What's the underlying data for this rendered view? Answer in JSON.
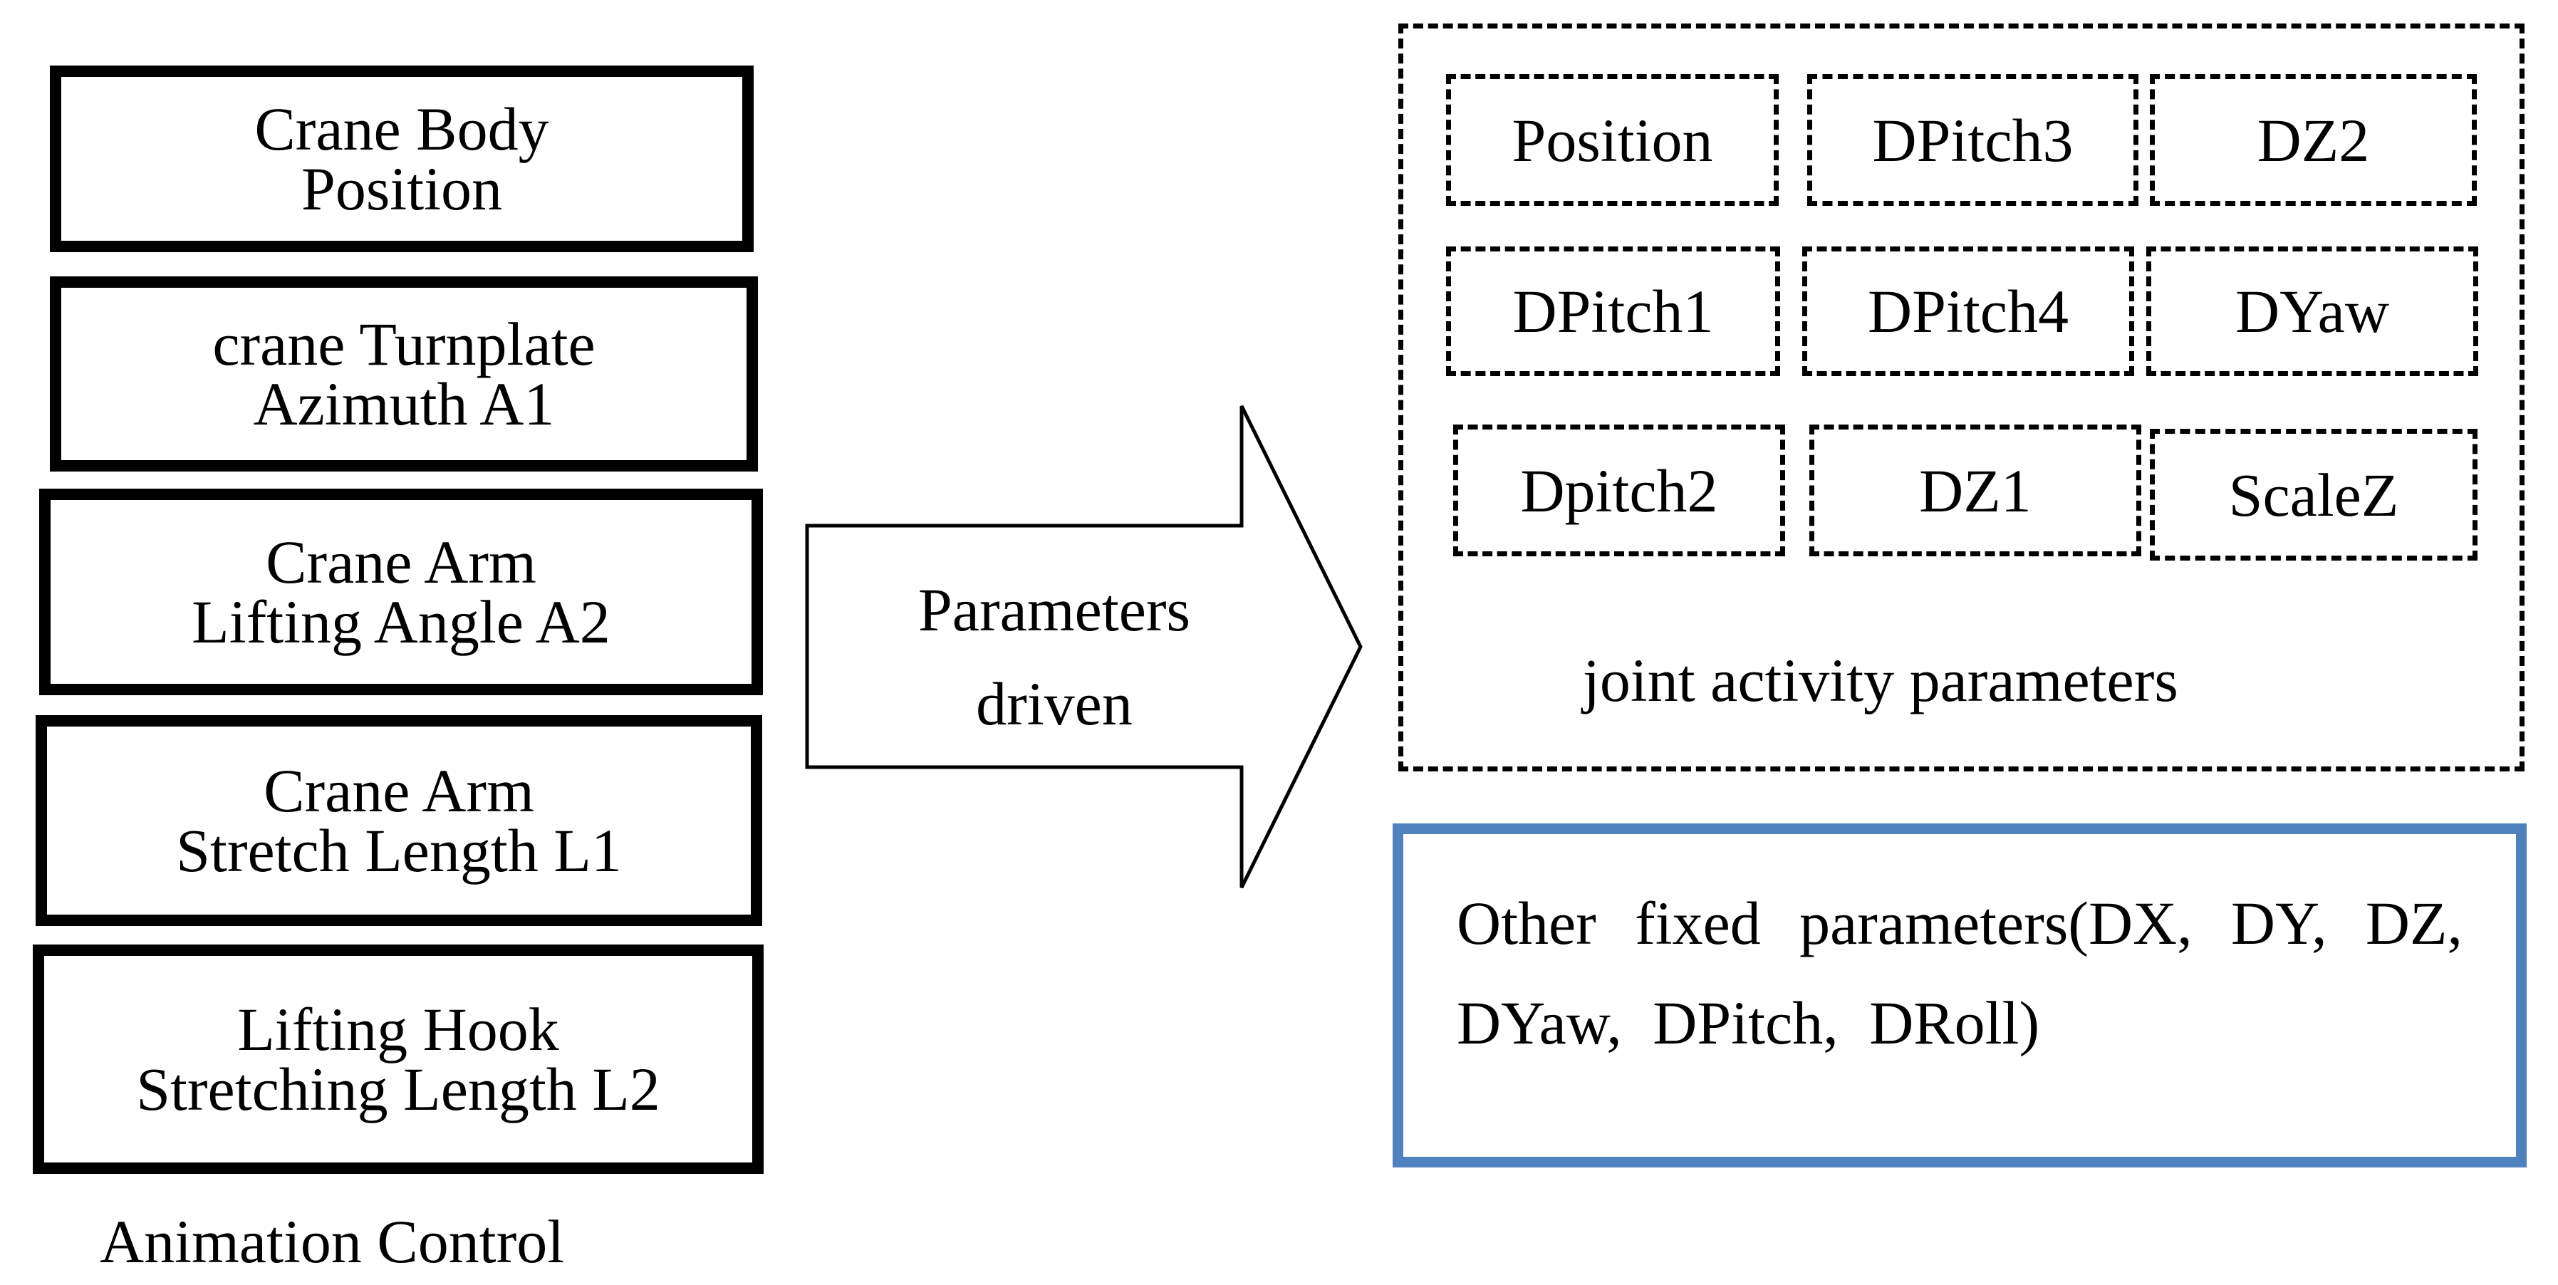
{
  "animation_control": {
    "items": [
      {
        "lines": [
          "Crane Body",
          "Position"
        ]
      },
      {
        "lines": [
          "crane Turnplate",
          "Azimuth A1"
        ]
      },
      {
        "lines": [
          "Crane Arm",
          "Lifting Angle A2"
        ]
      },
      {
        "lines": [
          "Crane Arm",
          "Stretch Length L1"
        ]
      },
      {
        "lines": [
          "Lifting Hook",
          "Stretching Length L2"
        ]
      }
    ],
    "caption": "Animation Control"
  },
  "arrow": {
    "lines": [
      "Parameters",
      "driven"
    ]
  },
  "joint_activity": {
    "rows": [
      [
        "Position",
        "DPitch3",
        "DZ2"
      ],
      [
        "DPitch1",
        "DPitch4",
        "DYaw"
      ],
      [
        "Dpitch2",
        "DZ1",
        "ScaleZ"
      ]
    ],
    "caption": "joint activity parameters"
  },
  "fixed_params": {
    "text": "Other fixed parameters(DX, DY, DZ, DYaw, DPitch, DRoll)"
  },
  "colors": {
    "fixed_border": "#4f81bd",
    "stroke": "#000000"
  }
}
